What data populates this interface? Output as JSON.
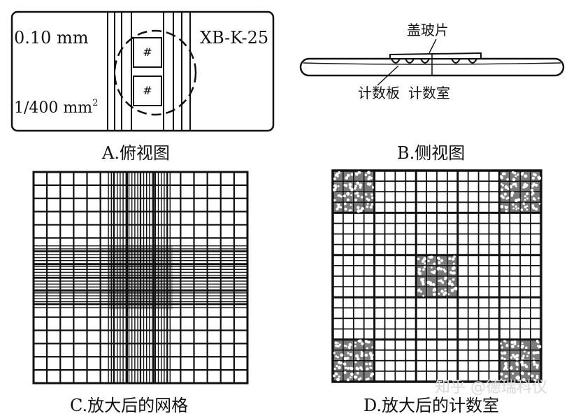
{
  "panel_a": {
    "depth_label": "0.10 mm",
    "area_label": "1/400 mm",
    "area_superscript": "2",
    "model_label": "XB-K-25",
    "caption": "A.俯视图"
  },
  "panel_b": {
    "cover_label": "盖玻片",
    "board_label": "计数板",
    "chamber_label": "计数室",
    "caption": "B.侧视图"
  },
  "panel_c": {
    "caption": "C.放大后的网格"
  },
  "panel_d": {
    "caption": "D.放大后的计数室"
  },
  "watermark": "知乎 @德瑞科仪"
}
